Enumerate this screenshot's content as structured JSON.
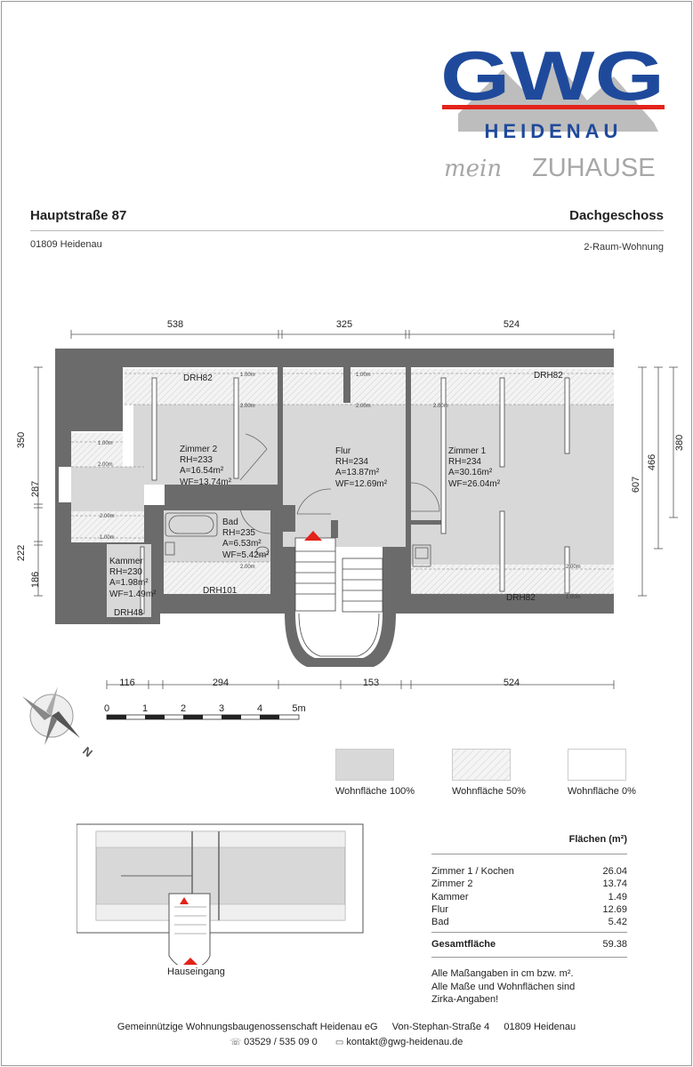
{
  "brand": {
    "logo_letters": "GWG",
    "logo_city": "HEIDENAU",
    "logo_slogan_prefix": "mein",
    "logo_slogan": "ZUHAUSE",
    "blue": "#1f4a9c",
    "red": "#e2231a",
    "grey": "#a7a7a7"
  },
  "header": {
    "address": "Hauptstraße 87",
    "city": "01809 Heidenau",
    "floor": "Dachgeschoss",
    "apartment_type": "2-Raum-Wohnung"
  },
  "dimensions": {
    "top": [
      "538",
      "325",
      "524"
    ],
    "bottom": [
      "116",
      "294",
      "153",
      "524"
    ],
    "left": [
      "350",
      "287",
      "222",
      "186"
    ],
    "right": [
      "607",
      "466",
      "380"
    ]
  },
  "rooms": {
    "zimmer2": {
      "name": "Zimmer 2",
      "rh": "RH=233",
      "a": "A=16.54m²",
      "wf": "WF=13.74m²"
    },
    "flur": {
      "name": "Flur",
      "rh": "RH=234",
      "a": "A=13.87m²",
      "wf": "WF=12.69m²"
    },
    "zimmer1": {
      "name": "Zimmer 1",
      "rh": "RH=234",
      "a": "A=30.16m²",
      "wf": "WF=26.04m²"
    },
    "bad": {
      "name": "Bad",
      "rh": "RH=235",
      "a": "A=6.53m²",
      "wf": "WF=5.42m²"
    },
    "kammer": {
      "name": "Kammer",
      "rh": "RH=230",
      "a": "A=1.98m²",
      "wf": "WF=1.49m²"
    }
  },
  "plan_labels": {
    "drh82_a": "DRH82",
    "drh82_b": "DRH82",
    "drh82_c": "DRH82",
    "drh101": "DRH101",
    "drh48": "DRH48",
    "h100": "1.00m",
    "h200": "2.00m"
  },
  "scale": {
    "ticks": [
      "0",
      "1",
      "2",
      "3",
      "4",
      "5m"
    ],
    "north": "N"
  },
  "legend": [
    {
      "label": "Wohnfläche 100%"
    },
    {
      "label": "Wohnfläche 50%"
    },
    {
      "label": "Wohnfläche 0%"
    }
  ],
  "overview": {
    "entrance_label": "Hauseingang"
  },
  "areas": {
    "title": "Flächen (m²)",
    "rows": [
      {
        "name": "Zimmer 1 / Kochen",
        "value": "26.04"
      },
      {
        "name": "Zimmer 2",
        "value": "13.74"
      },
      {
        "name": "Kammer",
        "value": "1.49"
      },
      {
        "name": "Flur",
        "value": "12.69"
      },
      {
        "name": "Bad",
        "value": "5.42"
      }
    ],
    "total_label": "Gesamtfläche",
    "total_value": "59.38"
  },
  "notes": [
    "Alle Maßangaben in cm bzw. m².",
    "Alle Maße und Wohnflächen sind",
    "Zirka-Angaben!"
  ],
  "footer": {
    "company": "Gemeinnützige Wohnungsbaugenossenschaft Heidenau eG",
    "street": "Von-Stephan-Straße 4",
    "city": "01809 Heidenau",
    "phone_icon": "phone-icon",
    "phone": "03529 / 535 09 0",
    "email_icon": "computer-icon",
    "email": "kontakt@gwg-heidenau.de"
  }
}
